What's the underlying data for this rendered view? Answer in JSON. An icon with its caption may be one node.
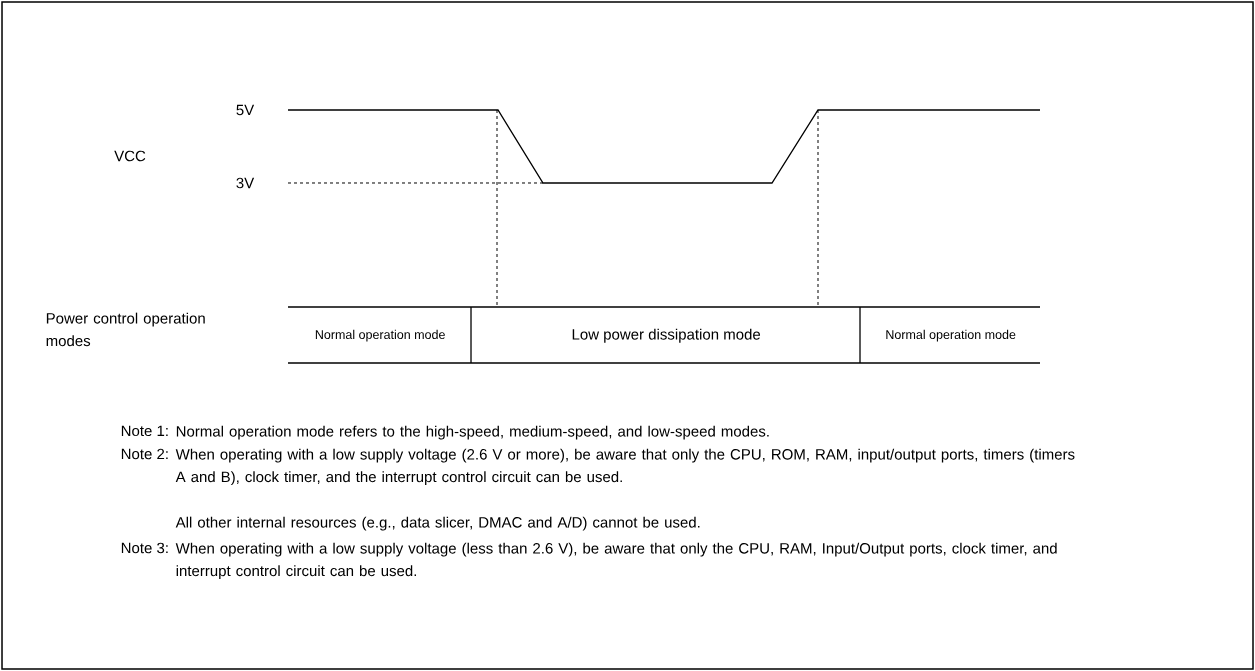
{
  "diagram": {
    "nodes": [
      {
        "text": [
          "Normal operation mode"
        ]
      },
      {
        "text": [
          "Low power dissipation mode"
        ]
      },
      {
        "text": [
          "Normal operation mode"
        ]
      }
    ],
    "labels": [
      "5V",
      "VCC",
      "3V",
      "Power control operation modes",
      "Note 1:",
      "Normal operation mode refers to the high-speed, medium-speed, and low-speed modes.",
      "Note 2:",
      "When operating with a low supply voltage (2.6 V or more), be aware that only the CPU, ROM, RAM, input/output ports, timers (timers A and B), clock timer, and the interrupt control circuit can be used.",
      "All other internal resources (e.g., data slicer, DMAC and A/D) cannot be used.",
      "Note 3:",
      "When operating with a low supply voltage (less than 2.6 V), be aware that only the CPU, RAM, Input/Output ports, clock timer, and interrupt control circuit can be used."
    ]
  }
}
